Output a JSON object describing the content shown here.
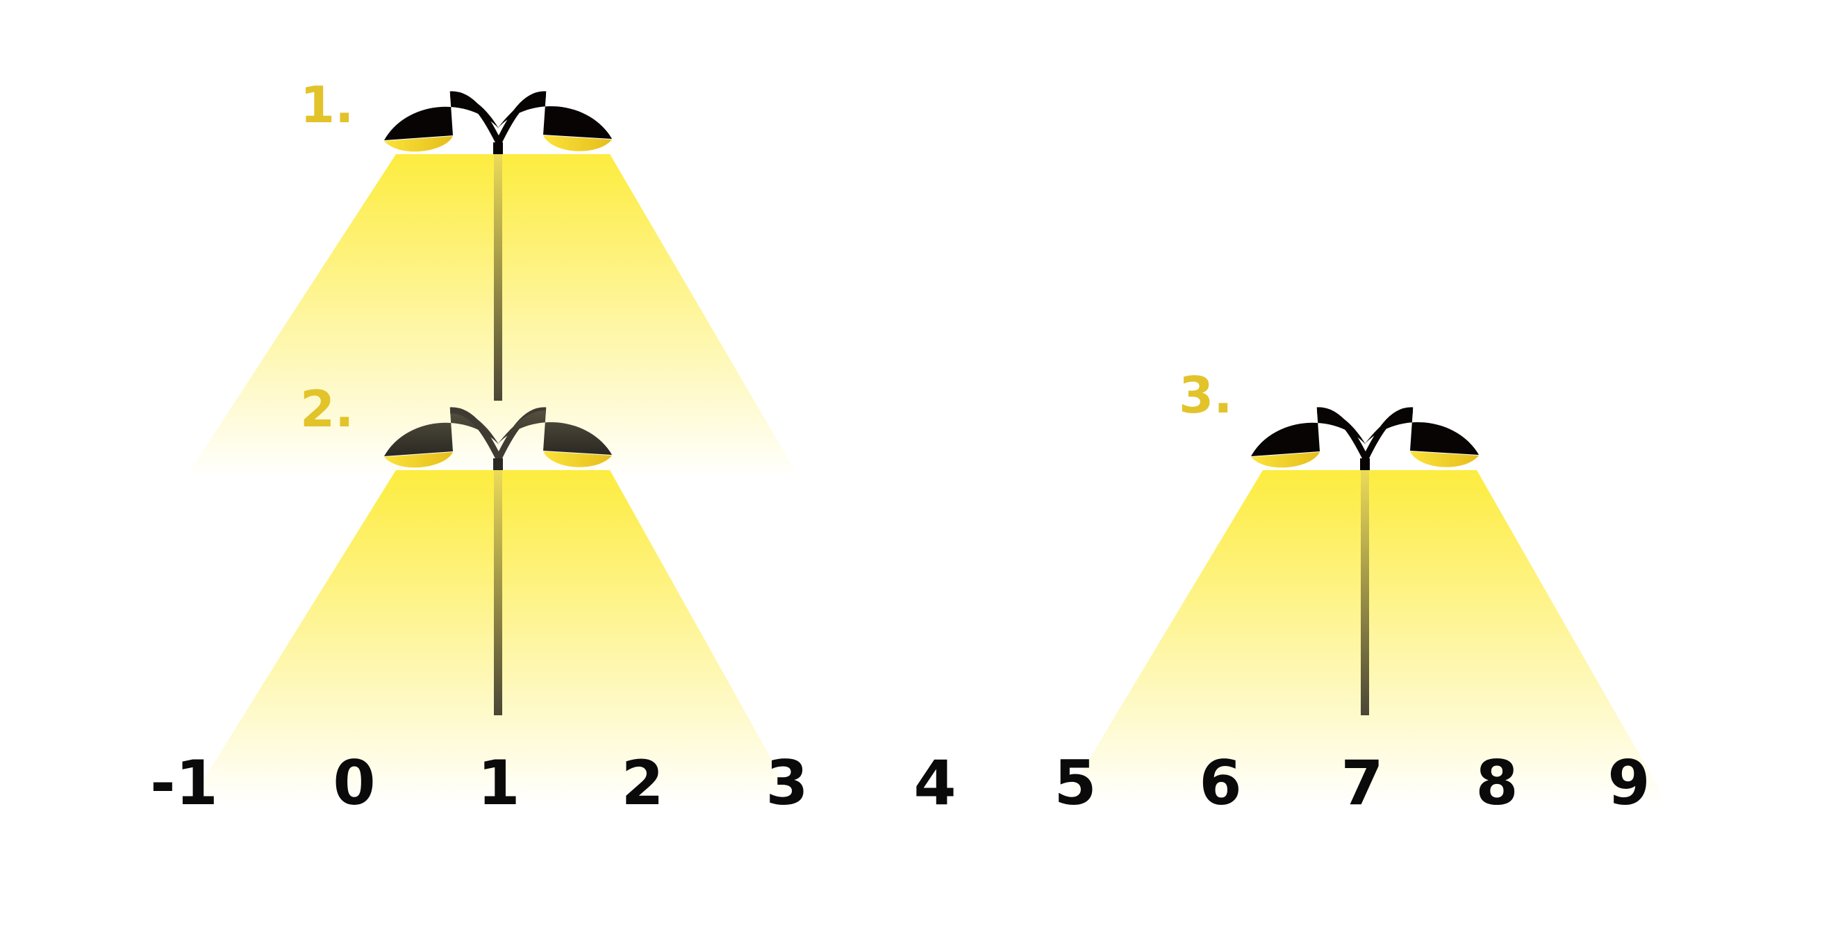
{
  "colors": {
    "light": "#fdec3f",
    "light_dark": "#e1b915",
    "label": "#e2c32a",
    "lamp_head": "#070403",
    "lamp_head_dim": "#3f3b32",
    "text": "#0a0a0a"
  },
  "number_line": {
    "ticks": [
      "-1",
      "0",
      "1",
      "2",
      "3",
      "4",
      "5",
      "6",
      "7",
      "8",
      "9"
    ]
  },
  "lamps": [
    {
      "label": "1.",
      "position": 1,
      "head": "dark"
    },
    {
      "label": "2.",
      "position": 1,
      "head": "dim"
    },
    {
      "label": "3.",
      "position": 7,
      "head": "dark"
    }
  ]
}
